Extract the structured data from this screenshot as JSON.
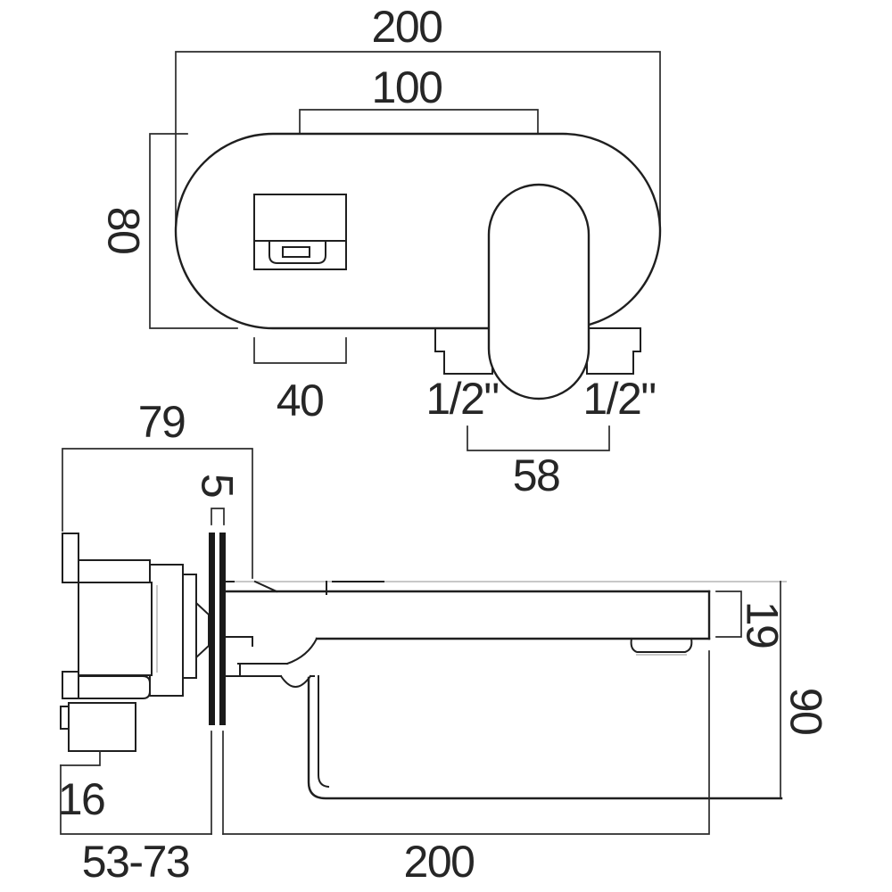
{
  "drawing": {
    "type": "technical-dimension-drawing",
    "subject": "wall-mounted basin mixer tap, front and side elevations",
    "colors": {
      "background": "#ffffff",
      "object_line": "#1f1f1f",
      "dimension_line": "#2b2b2b",
      "light_line": "#b6b6b6",
      "text": "#262626"
    },
    "front_view": {
      "plate_width": "200",
      "spout_to_handle_spacing": "100",
      "plate_height": "80",
      "spout_width": "40",
      "left_inlet_size": "1/2\"",
      "right_inlet_size": "1/2\"",
      "inlet_spacing": "58"
    },
    "side_view": {
      "body_depth": "79",
      "plate_thickness": "5",
      "inlet_offset": "16",
      "wall_depth_range": "53-73",
      "spout_projection": "200",
      "spout_height": "19",
      "spout_drop": "90"
    }
  }
}
